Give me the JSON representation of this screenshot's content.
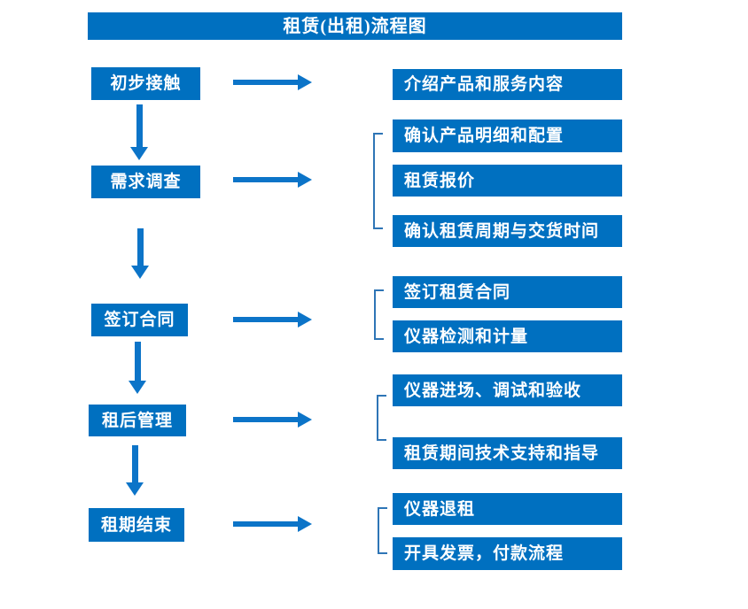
{
  "title": "租赁(出租)流程图",
  "colors": {
    "box_blue": "#0070c0",
    "arrow_blue": "#0c74c8",
    "bracket_blue": "#2e75b6",
    "text": "#ffffff",
    "background": "#ffffff"
  },
  "steps": [
    {
      "label": "初步接触",
      "outputs": [
        "介绍产品和服务内容"
      ]
    },
    {
      "label": "需求调查",
      "outputs": [
        "确认产品明细和配置",
        "租赁报价",
        "确认租赁周期与交货时间"
      ]
    },
    {
      "label": "签订合同",
      "outputs": [
        "签订租赁合同",
        "仪器检测和计量"
      ]
    },
    {
      "label": "租后管理",
      "outputs": [
        "仪器进场、调试和验收",
        "租赁期间技术支持和指导"
      ]
    },
    {
      "label": "租期结束",
      "outputs": [
        "仪器退租",
        "开具发票，付款流程"
      ]
    }
  ]
}
